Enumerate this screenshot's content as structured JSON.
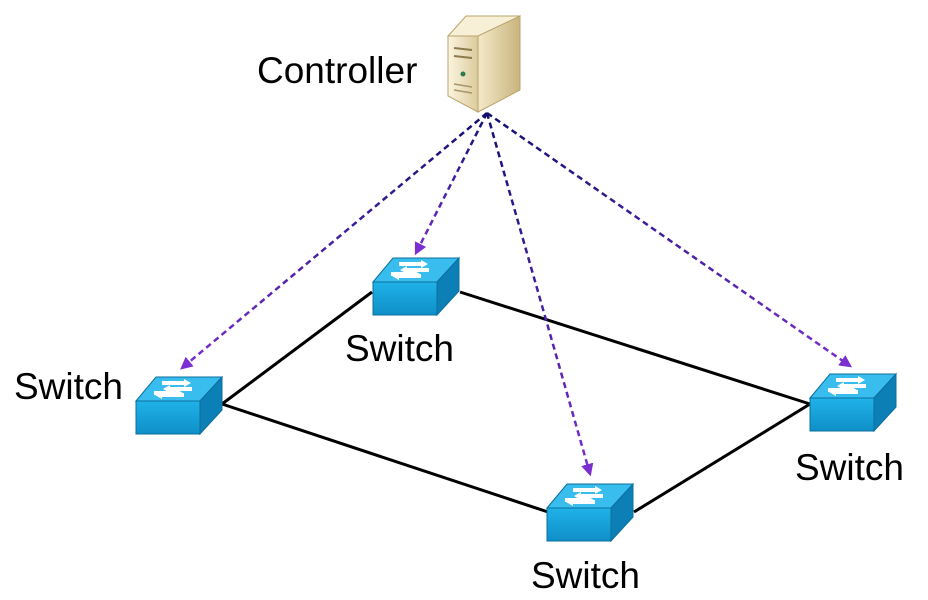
{
  "controller": {
    "label": "Controller",
    "icon": "server-tower-icon",
    "color": "#eadcb6"
  },
  "switches": [
    {
      "id": "switch-top",
      "label": "Switch",
      "icon": "network-switch-icon"
    },
    {
      "id": "switch-left",
      "label": "Switch",
      "icon": "network-switch-icon"
    },
    {
      "id": "switch-bottom",
      "label": "Switch",
      "icon": "network-switch-icon"
    },
    {
      "id": "switch-right",
      "label": "Switch",
      "icon": "network-switch-icon"
    }
  ],
  "links": [
    {
      "from": "switch-top",
      "to": "switch-left",
      "style": "solid"
    },
    {
      "from": "switch-top",
      "to": "switch-right",
      "style": "solid"
    },
    {
      "from": "switch-left",
      "to": "switch-bottom",
      "style": "solid"
    },
    {
      "from": "switch-bottom",
      "to": "switch-right",
      "style": "solid"
    }
  ],
  "control_links": [
    {
      "from": "controller",
      "to": "switch-left",
      "style": "dashed"
    },
    {
      "from": "controller",
      "to": "switch-top",
      "style": "dashed"
    },
    {
      "from": "controller",
      "to": "switch-bottom",
      "style": "dashed"
    },
    {
      "from": "controller",
      "to": "switch-right",
      "style": "dashed"
    }
  ],
  "colors": {
    "switch_face": "#1aa7de",
    "switch_top": "#2cb4e6",
    "switch_side": "#0d82b9",
    "link": "#000000",
    "control_link_start": "#10106e",
    "control_link_end": "#7b2fd0"
  }
}
